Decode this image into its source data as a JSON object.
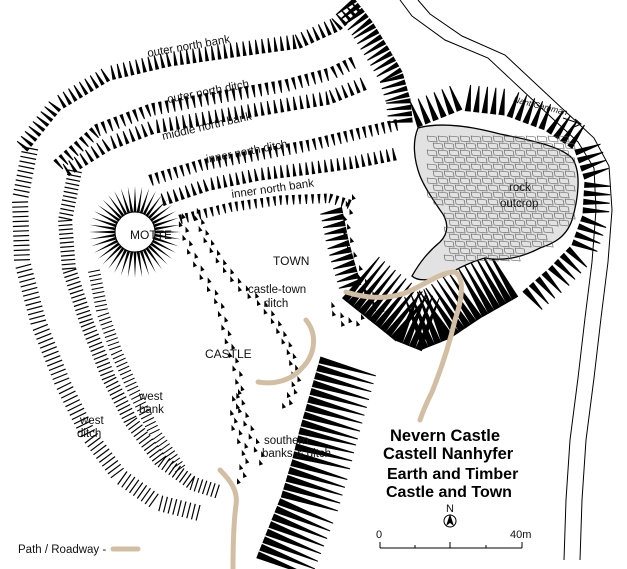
{
  "map": {
    "labels": {
      "outer_north_bank": "outer north bank",
      "outer_north_ditch": "outer north ditch",
      "middle_north_bank": "middle north bank",
      "inner_north_ditch": "inner north ditch",
      "inner_north_bank": "inner north bank",
      "nant_gamman": "Nant Gamman",
      "rock": "rock",
      "outcrop": "outcrop",
      "motte": "MOTTE",
      "town": "TOWN",
      "castle_town_1": "castle-town",
      "castle_town_2": "ditch",
      "castle": "CASTLE",
      "west_bank_1": "west",
      "west_bank_2": "bank",
      "west_ditch_1": "west",
      "west_ditch_2": "ditch",
      "southern_1": "southern",
      "southern_2": "banks & ditch"
    },
    "title": {
      "line1": "Nevern Castle",
      "line2": "Castell Nanhyfer",
      "line3": "Earth and Timber",
      "line4": "Castle and Town"
    },
    "legend": {
      "path_label": "Path / Roadway -"
    },
    "scale": {
      "start": "0",
      "end": "40m",
      "north": "N"
    },
    "colors": {
      "path": "#d2bfa3",
      "ink": "#000000",
      "rock_fill": "#e2e2e2"
    }
  }
}
